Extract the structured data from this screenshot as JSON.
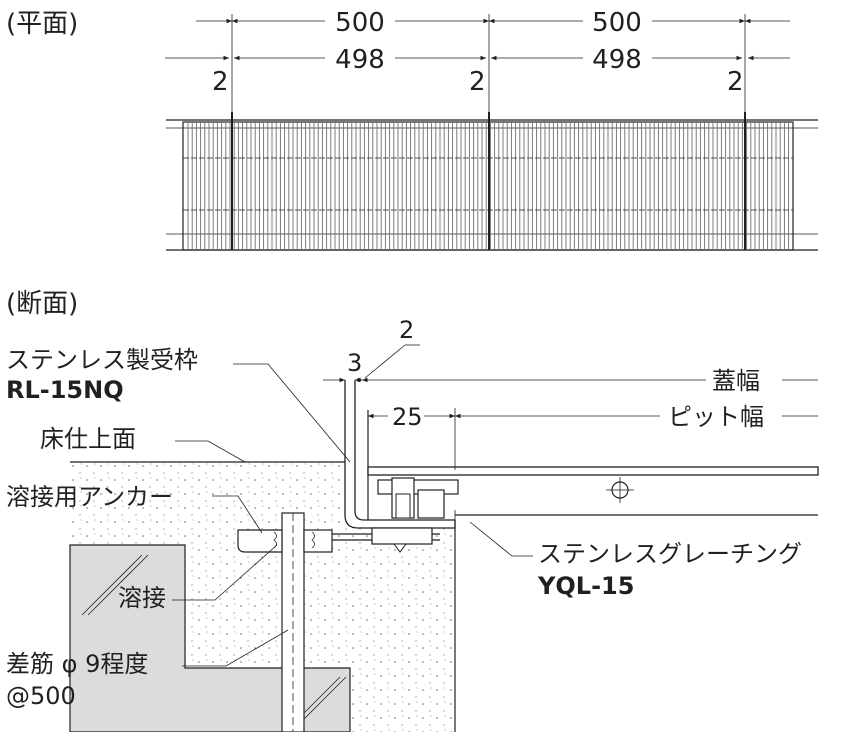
{
  "plan": {
    "title": "(平面)",
    "dim_top": [
      "500",
      "500"
    ],
    "dim_mid": [
      "498",
      "498"
    ],
    "gap": [
      "2",
      "2",
      "2"
    ]
  },
  "section": {
    "title": "(断面)",
    "dim_2": "2",
    "dim_3": "3",
    "dim_25": "25",
    "lid_width": "蓋幅",
    "pit_width": "ピット幅",
    "frame_name": "ステンレス製受枠",
    "frame_code": "RL-15NQ",
    "floor": "床仕上面",
    "anchor": "溶接用アンカー",
    "weld": "溶接",
    "rebar": "差筋 φ 9程度",
    "rebar_pitch": "@500",
    "grating_name": "ステンレスグレーチング",
    "grating_code": "YQL-15"
  },
  "colors": {
    "line": "#231f20",
    "concrete_block": "#dcdcdc",
    "grating_bar": "#6d6e71"
  }
}
